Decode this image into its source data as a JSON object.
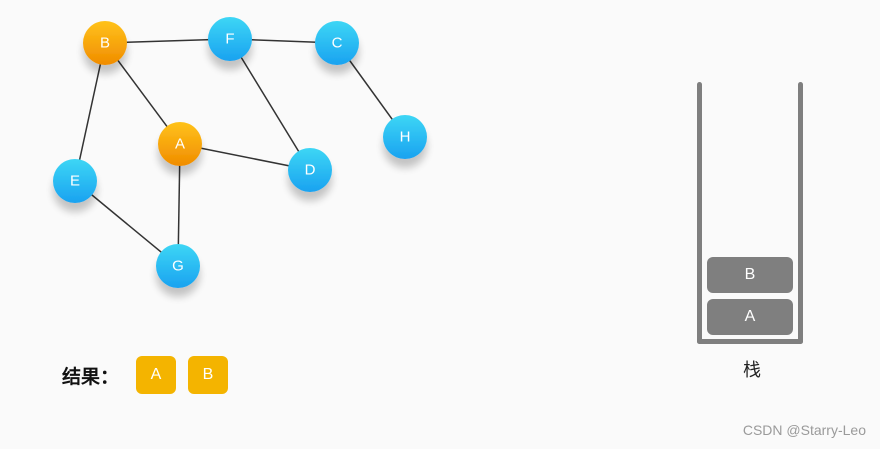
{
  "graph": {
    "nodes": [
      {
        "id": "B",
        "label": "B",
        "state": "visited"
      },
      {
        "id": "F",
        "label": "F",
        "state": "unvisited"
      },
      {
        "id": "C",
        "label": "C",
        "state": "unvisited"
      },
      {
        "id": "H",
        "label": "H",
        "state": "unvisited"
      },
      {
        "id": "A",
        "label": "A",
        "state": "visited"
      },
      {
        "id": "D",
        "label": "D",
        "state": "unvisited"
      },
      {
        "id": "E",
        "label": "E",
        "state": "unvisited"
      },
      {
        "id": "G",
        "label": "G",
        "state": "unvisited"
      }
    ],
    "edges": [
      [
        "B",
        "F"
      ],
      [
        "F",
        "C"
      ],
      [
        "C",
        "H"
      ],
      [
        "B",
        "A"
      ],
      [
        "B",
        "E"
      ],
      [
        "F",
        "D"
      ],
      [
        "A",
        "D"
      ],
      [
        "A",
        "G"
      ],
      [
        "E",
        "G"
      ]
    ]
  },
  "colors": {
    "visited": "#f5a20a",
    "unvisited": "#1fb6f2",
    "edge": "#333333",
    "stack": "#7f7f7f",
    "result": "#f4b400"
  },
  "stack": {
    "label": "栈",
    "items_bottom_to_top": [
      "A",
      "B"
    ]
  },
  "result": {
    "label": "结果：",
    "items": [
      "A",
      "B"
    ]
  },
  "watermark": "CSDN @Starry-Leo"
}
